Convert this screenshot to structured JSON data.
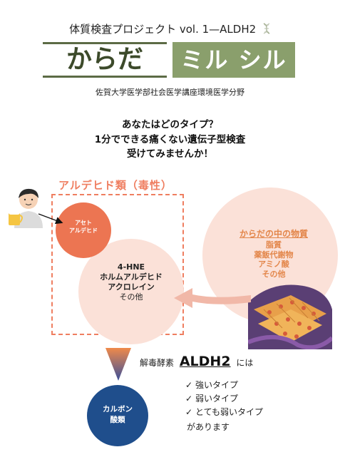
{
  "header": {
    "title": "体質検査プロジェクト",
    "subtitle": "vol. 1—ALDH2",
    "banner_left": "からだ",
    "banner_right": "ミル シル",
    "affiliation": "佐賀大学医学部社会医学講座環境医学分野"
  },
  "intro": {
    "line1": "あなたはどのタイプ？",
    "line2": "1分でできる痛くない遺伝子型検査",
    "line3": "受けてみませんか！"
  },
  "diagram": {
    "aldehyde_label": "アルデヒド類（毒性）",
    "acetaldehyde_line1": "アセト",
    "acetaldehyde_line2": "アルデヒド",
    "pink_line1": "4-HNE",
    "pink_line2": "ホルムアルデヒド",
    "pink_line3": "アクロレイン",
    "pink_line4": "その他",
    "body_label": "からだの中の物質",
    "body_items": [
      "脂質",
      "薬飯代謝物",
      "アミノ酸",
      "その他"
    ],
    "carbonyl_line1": "カルボン",
    "carbonyl_line2": "酸類"
  },
  "enzyme": {
    "prefix": "解毒酵素",
    "name": "ALDH2",
    "suffix": "には",
    "check_mark": "✓",
    "types": [
      "強いタイプ",
      "弱いタイプ",
      "とても弱いタイプ"
    ],
    "tail": "があります"
  },
  "colors": {
    "olive_dark": "#3c4a2a",
    "olive_banner": "#8a9f6c",
    "coral": "#ec7552",
    "pink": "#fbe1d8",
    "navy": "#1f4e8c"
  }
}
